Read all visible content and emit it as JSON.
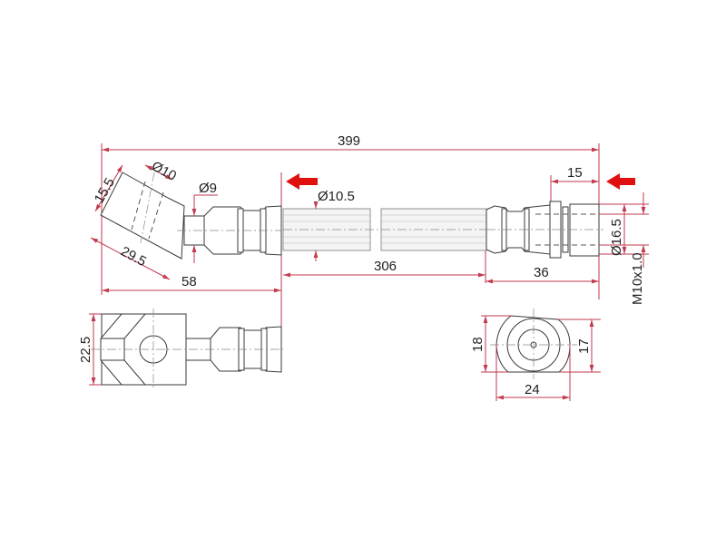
{
  "dimensions": {
    "overall_length": "399",
    "banjo_height": "15.5",
    "bolt_hole_diameter": "Ø10",
    "banjo_length": "29.5",
    "neck_diameter": "Ø9",
    "left_fitting_length": "58",
    "hose_diameter": "Ø10.5",
    "hose_length": "306",
    "right_fitting_length": "36",
    "nut_offset": "15",
    "nut_diameter": "Ø16.5",
    "thread": "M10x1.0",
    "banjo_width": "22.5",
    "nut_height_a": "18",
    "nut_height_b": "17",
    "nut_width": "24"
  },
  "colors": {
    "dimension": "#c23a4e",
    "arrow": "#e01010"
  }
}
